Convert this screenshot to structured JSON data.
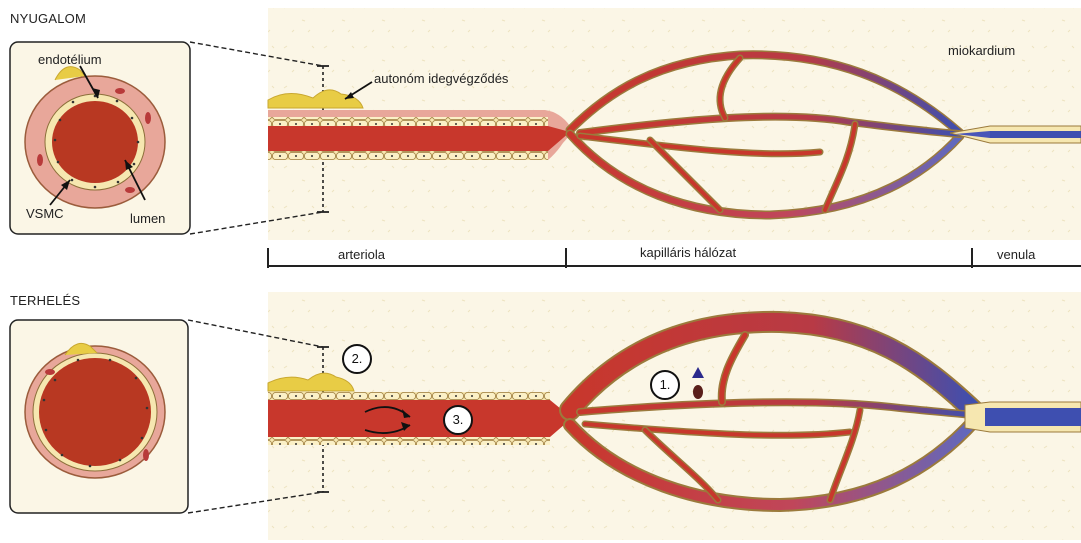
{
  "top_panel": {
    "title": "NYUGALOM",
    "labels": {
      "endothelium": "endotélium",
      "vsmc": "VSMC",
      "lumen": "lumen",
      "nerve": "autonóm idegvégződés",
      "myocardium": "miokardium"
    },
    "segments": {
      "arteriole": "arteriola",
      "capillary": "kapilláris hálózat",
      "venule": "venula"
    }
  },
  "bottom_panel": {
    "title": "TERHELÉS",
    "steps": {
      "one": "1.",
      "two": "2.",
      "three": "3."
    }
  },
  "colors": {
    "background": "#fbf6e6",
    "blood": "#c8372c",
    "vessel_wall": "#e8a79a",
    "endothelium": "#f6e7b0",
    "venous_blood": "#3e4fb0",
    "nerve": "#e8cc45"
  }
}
